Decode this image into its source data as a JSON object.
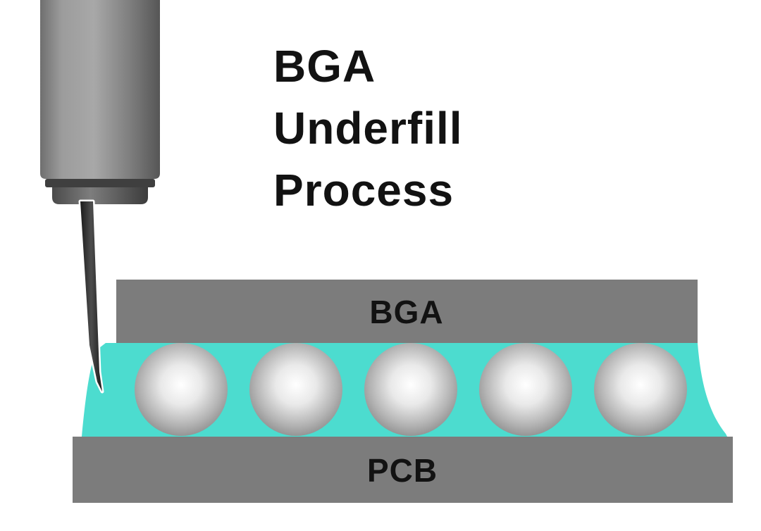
{
  "title": {
    "lines": [
      "BGA",
      "Underfill",
      "Process"
    ]
  },
  "diagram": {
    "chip_label": "BGA",
    "board_label": "PCB",
    "solder_ball_count": 5
  },
  "colors": {
    "underfill_teal": "#4cdccf",
    "structure_gray": "#7c7c7c",
    "text_black": "#121212",
    "background": "#ffffff"
  }
}
